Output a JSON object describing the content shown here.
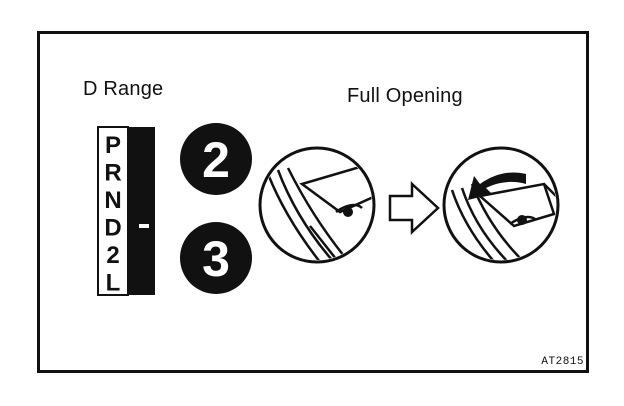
{
  "diagram": {
    "left_title": "D Range",
    "right_title": "Full Opening",
    "figure_code": "AT2815",
    "shift_positions": [
      "P",
      "R",
      "N",
      "D",
      "2",
      "L"
    ],
    "gears": [
      "2",
      "3"
    ]
  }
}
